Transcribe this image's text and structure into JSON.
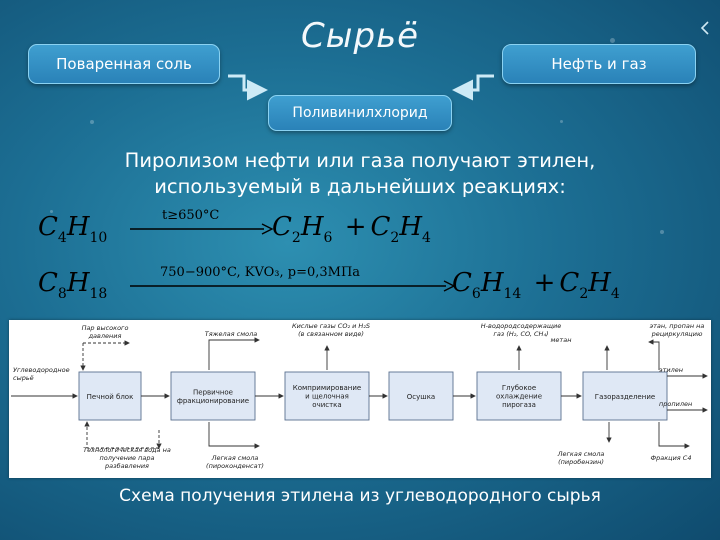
{
  "slide": {
    "title": "Сырьё",
    "left_source": "Поваренная соль",
    "right_source": "Нефть и газ",
    "product": "Поливинилхлорид",
    "text_line1": "Пиролизом нефти или газа получают этилен,",
    "text_line2": "используемый в дальнейших реакциях:",
    "caption": "Схема получения этилена из углеводородного сырья"
  },
  "eq1": {
    "r1": "C",
    "r1n": "4",
    "r2": "H",
    "r2n": "10",
    "cond": "t≥650°C",
    "p1": "C",
    "p1n": "2",
    "p2": "H",
    "p2n": "6",
    "plus": "+",
    "p3": "C",
    "p3n": "2",
    "p4": "H",
    "p4n": "4"
  },
  "eq2": {
    "r1": "C",
    "r1n": "8",
    "r2": "H",
    "r2n": "18",
    "cond": "750−900°C, KVO₃, p=0,3MПa",
    "p1": "C",
    "p1n": "6",
    "p2": "H",
    "p2n": "14",
    "plus": "+",
    "p3": "C",
    "p3n": "2",
    "p4": "H",
    "p4n": "4"
  },
  "diagram": {
    "boxes": [
      [
        "Печной блок"
      ],
      [
        "Первичное",
        "фракционирование"
      ],
      [
        "Компримирование",
        "и щелочная",
        "очистка"
      ],
      [
        "Осушка"
      ],
      [
        "Глубокое",
        "охлаждение",
        "пирогаза"
      ],
      [
        "Газоразделение"
      ]
    ],
    "labels": {
      "feed": [
        "Углеводородное",
        "сырьё"
      ],
      "steam": [
        "Пар высокого",
        "давления"
      ],
      "water": [
        "Технологическая вода на",
        "получение пара",
        "разбавления"
      ],
      "heavy_resin": [
        "Тяжелая смола"
      ],
      "light_resin": [
        "Легкая смола",
        "(пироконденсат)"
      ],
      "acid_gases": [
        "Кислые газы CO₂ и H₂S",
        "(в связанном виде)"
      ],
      "h2_fraction": [
        "Н-водородсодержащие",
        "газ (H₂, CO, CH₄)"
      ],
      "methane": [
        "метан"
      ],
      "ethane_propane": [
        "этан, пропан на",
        "рециркуляцию"
      ],
      "ethylene": [
        "этилен"
      ],
      "propylene": [
        "пропилен"
      ],
      "light_resin2": [
        "Легкая смола",
        "(пиробензин)"
      ],
      "c4_fraction": [
        "Фракция С4"
      ]
    }
  }
}
